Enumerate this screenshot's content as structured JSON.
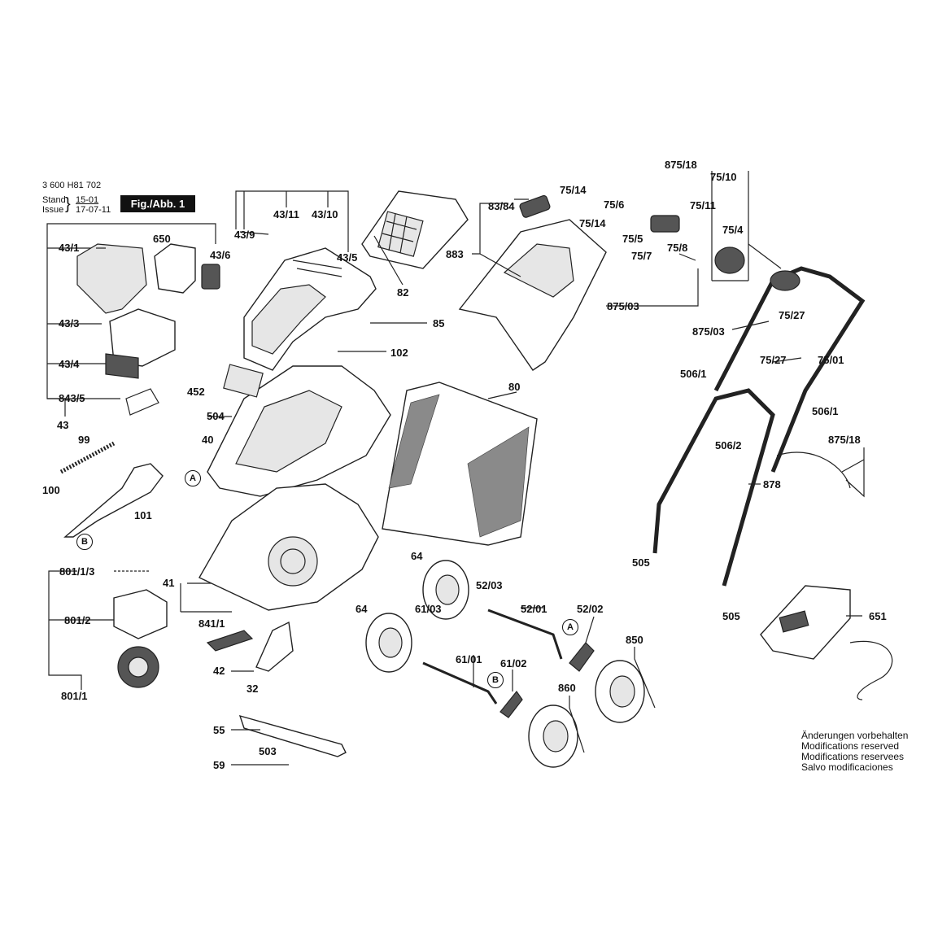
{
  "header": {
    "doc_number": "3 600 H81 702",
    "stand_label": "Stand",
    "issue_label": "Issue",
    "stand_date": "15-01",
    "issue_date": "17-07-11",
    "fig_label": "Fig./Abb. 1"
  },
  "labels": {
    "p43_1": "43/1",
    "p650": "650",
    "p43_6": "43/6",
    "p43_9": "43/9",
    "p43_11": "43/11",
    "p43_10": "43/10",
    "p43_5": "43/5",
    "p82": "82",
    "p85": "85",
    "p102": "102",
    "p43_3": "43/3",
    "p43_4": "43/4",
    "p843_5": "843/5",
    "p43": "43",
    "p452": "452",
    "p504": "504",
    "p40": "40",
    "p80": "80",
    "p99": "99",
    "p100": "100",
    "p101": "101",
    "p83_84": "83/84",
    "p883": "883",
    "p75_14a": "75/14",
    "p75_6": "75/6",
    "p75_14b": "75/14",
    "p75_5": "75/5",
    "p75_8": "75/8",
    "p75_7": "75/7",
    "p875_18a": "875/18",
    "p75_10": "75/10",
    "p75_11": "75/11",
    "p75_4": "75/4",
    "p875_03a": "875/03",
    "p75_27a": "75/27",
    "p875_03b": "875/03",
    "p75_27b": "75/27",
    "p75_01": "75/01",
    "p506_1a": "506/1",
    "p506_1b": "506/1",
    "p506_2": "506/2",
    "p875_18b": "875/18",
    "p878": "878",
    "p505a": "505",
    "p505b": "505",
    "p651": "651",
    "p801_1_3": "801/1/3",
    "p801_2": "801/2",
    "p801_1": "801/1",
    "p41": "41",
    "p841_1": "841/1",
    "p42": "42",
    "p32": "32",
    "p55": "55",
    "p503": "503",
    "p59": "59",
    "p64a": "64",
    "p52_03": "52/03",
    "p52_01": "52/01",
    "p52_02": "52/02",
    "p64b": "64",
    "p61_03": "61/03",
    "p61_01": "61/01",
    "p61_02": "61/02",
    "p850": "850",
    "p860": "860",
    "cA1": "A",
    "cA2": "A",
    "cB1": "B",
    "cB2": "B"
  },
  "notice": {
    "de": "Änderungen vorbehalten",
    "en": "Modifications reserved",
    "fr": "Modifications reservees",
    "es": "Salvo modificaciones"
  }
}
